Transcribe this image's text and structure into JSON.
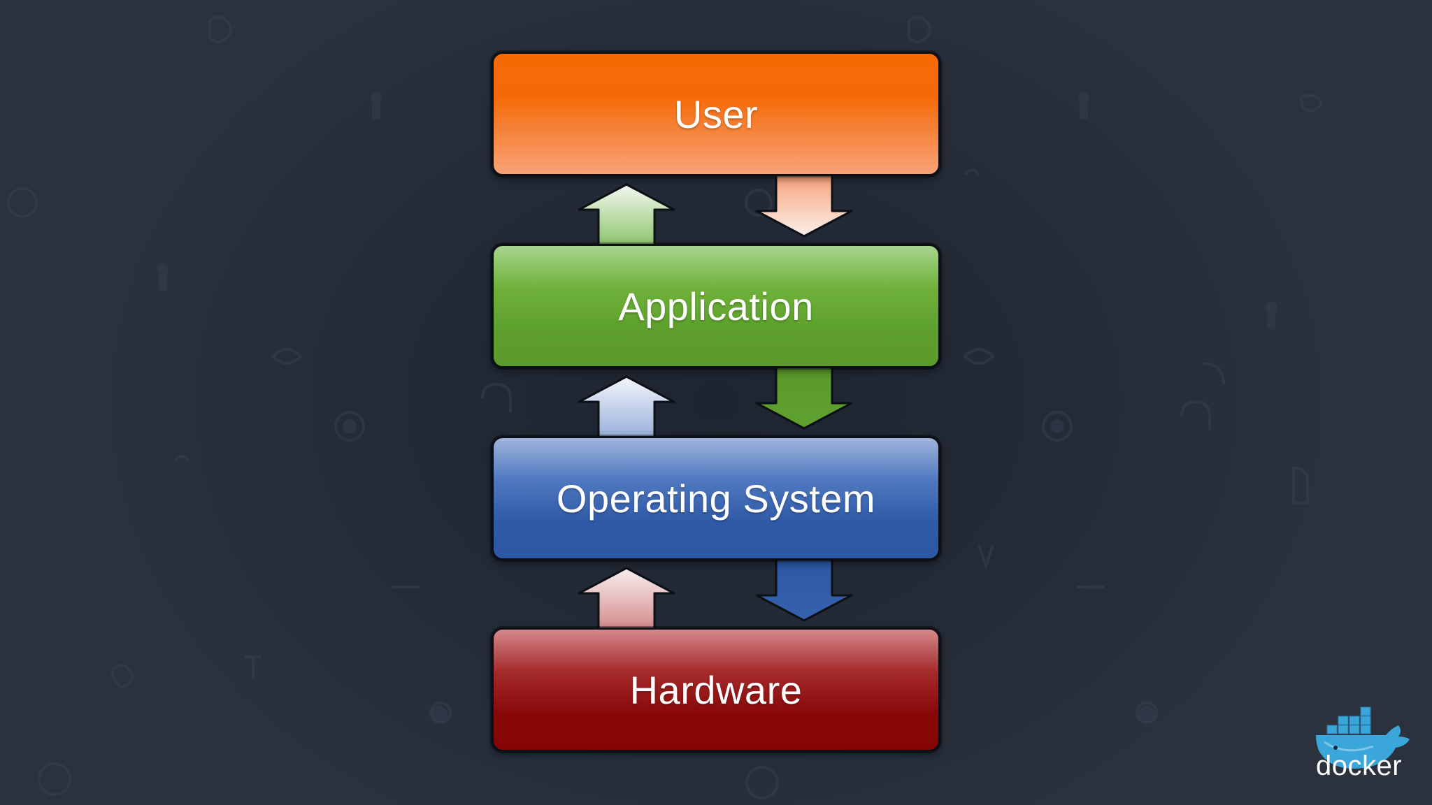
{
  "layers": [
    {
      "label": "User",
      "color": "#f66a06"
    },
    {
      "label": "Application",
      "color": "#5d9f2c"
    },
    {
      "label": "Operating System",
      "color": "#2f5aa7"
    },
    {
      "label": "Hardware",
      "color": "#850505"
    }
  ],
  "arrows": {
    "up_description": "upward arrows from lower layer to upper layer",
    "down_description": "downward arrows from upper layer to lower layer"
  },
  "branding": {
    "logo_word": "docker",
    "logo_icon": "docker-whale-icon",
    "logo_color": "#2496ed"
  },
  "colors": {
    "background": "#232a36"
  }
}
